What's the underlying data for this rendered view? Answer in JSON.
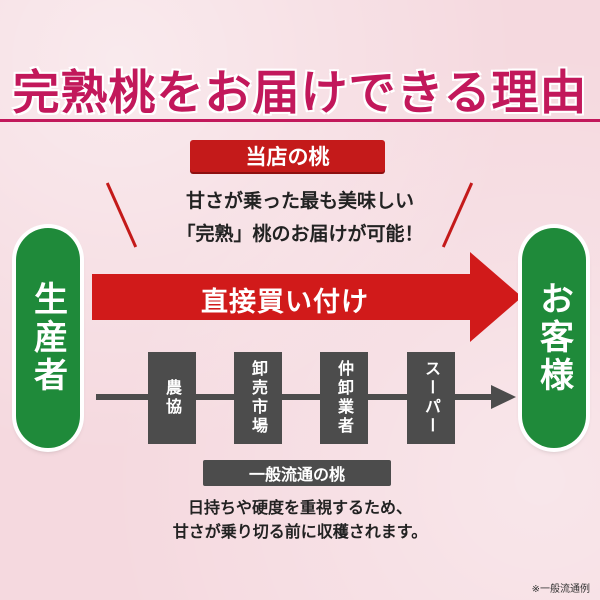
{
  "title": "完熟桃をお届けできる理由",
  "our_shop": {
    "label": "当店の桃",
    "benefit_line_1": "甘さが乗った最も美味しい",
    "benefit_line_2": "「完熟」桃のお届けが可能！",
    "route_label": "直接買い付け"
  },
  "producer": "生産者",
  "customer": "お客様",
  "general": {
    "steps": [
      "農協",
      "卸売市場",
      "仲卸業者",
      "スーパー"
    ],
    "label": "一般流通の桃",
    "desc_line_1": "日持ちや硬度を重視するため、",
    "desc_line_2": "甘さが乗り切る前に収穫されます。"
  },
  "footnote": "※一般流通例",
  "colors": {
    "title": "#c2185b",
    "red_accent": "#c41a1a",
    "green_pill": "#1f8a3a",
    "gray": "#4c4c4c",
    "background": "#f5d9df"
  }
}
